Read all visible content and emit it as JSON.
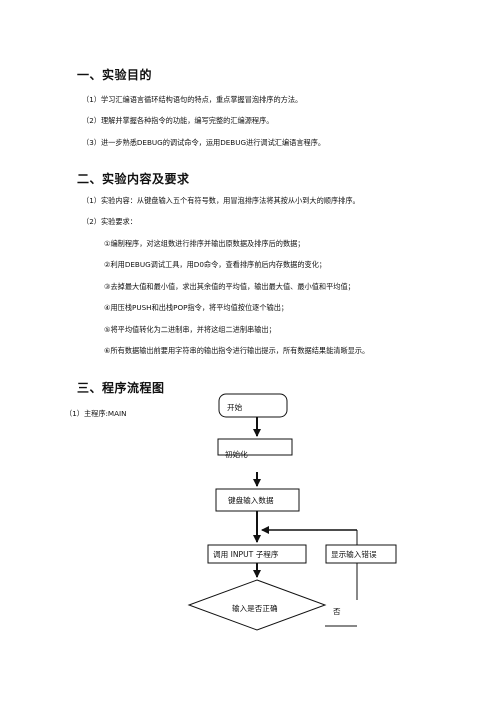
{
  "section1": {
    "title": "一、实验目的",
    "items": [
      "（1）学习汇编语言循环结构语句的特点，重点掌握冒泡排序的方法。",
      "（2）理解并掌握各种指令的功能，编写完整的汇编源程序。",
      "（3）进一步熟悉DEBUG的调试命令，运用DEBUG进行调试汇编语言程序。"
    ]
  },
  "section2": {
    "title": "二、实验内容及要求",
    "content": "（1）实验内容：从键盘输入五个有符号数，用冒泡排序法将其按从小到大的顺序排序。",
    "req_label": "（2）实验要求：",
    "reqs": [
      "①编制程序，对这组数进行排序并输出原数据及排序后的数据；",
      "②利用DEBUG调试工具，用D0命令，查看排序前后内存数据的变化；",
      "③去掉最大值和最小值，求出其余值的平均值，输出最大值、最小值和平均值；",
      "④用压栈PUSH和出栈POP指令，将平均值按位逐个输出；",
      "⑤将平均值转化为二进制串，并将这组二进制串输出；",
      "⑥所有数据输出前要用字符串的输出指令进行输出提示，所有数据结果能清晰显示。"
    ]
  },
  "section3": {
    "title": "三、程序流程图",
    "sub": "（1）主程序:MAIN"
  },
  "flowchart": {
    "start": "开始",
    "init": "初始化",
    "keyboard": "键盘输入数据",
    "call_input": "调用 INPUT 子程序",
    "show_error": "显示输入错误",
    "decision": "输入是否正确",
    "no": "否"
  }
}
